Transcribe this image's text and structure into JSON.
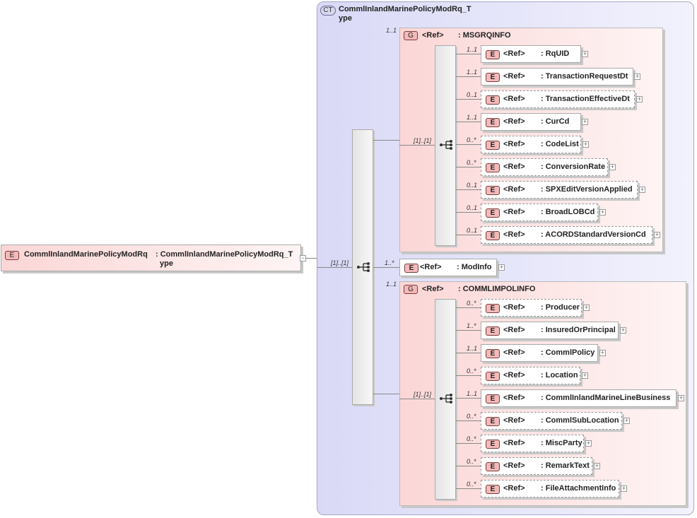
{
  "root": {
    "badge": "E",
    "name": "CommlInlandMarinePolicyModRq",
    "type_line1": ": CommlInlandMarinePolicyModRq_T",
    "type_line2": "ype"
  },
  "complex_type": {
    "badge": "CT",
    "name_line1": "CommlInlandMarinePolicyModRq_T",
    "name_line2": "ype"
  },
  "outer_sequence": {
    "cardinality": "[1]..[1]"
  },
  "groups": [
    {
      "badge": "G",
      "ref": "<Ref>",
      "name": ": MSGRQINFO",
      "occurs": "1..1",
      "seq_cardinality": "[1]..[1]",
      "elements": [
        {
          "occurs": "1..1",
          "ref": "<Ref>",
          "name": ": RqUID"
        },
        {
          "occurs": "1..1",
          "ref": "<Ref>",
          "name": ": TransactionRequestDt"
        },
        {
          "occurs": "0..1",
          "ref": "<Ref>",
          "name": ": TransactionEffectiveDt"
        },
        {
          "occurs": "1..1",
          "ref": "<Ref>",
          "name": ": CurCd"
        },
        {
          "occurs": "0..*",
          "ref": "<Ref>",
          "name": ": CodeList"
        },
        {
          "occurs": "0..*",
          "ref": "<Ref>",
          "name": ": ConversionRate"
        },
        {
          "occurs": "0..1",
          "ref": "<Ref>",
          "name": ": SPXEditVersionApplied"
        },
        {
          "occurs": "0..1",
          "ref": "<Ref>",
          "name": ": BroadLOBCd"
        },
        {
          "occurs": "0..1",
          "ref": "<Ref>",
          "name": ": ACORDStandardVersionCd"
        }
      ]
    },
    {
      "badge": "G",
      "ref": "<Ref>",
      "name": ": COMMLIMPOLINFO",
      "occurs": "1..1",
      "seq_cardinality": "[1]..[1]",
      "elements": [
        {
          "occurs": "0..*",
          "ref": "<Ref>",
          "name": ": Producer"
        },
        {
          "occurs": "1..*",
          "ref": "<Ref>",
          "name": ": InsuredOrPrincipal"
        },
        {
          "occurs": "1..1",
          "ref": "<Ref>",
          "name": ": CommlPolicy"
        },
        {
          "occurs": "0..*",
          "ref": "<Ref>",
          "name": ": Location"
        },
        {
          "occurs": "1..1",
          "ref": "<Ref>",
          "name": ": CommlInlandMarineLineBusiness"
        },
        {
          "occurs": "0..*",
          "ref": "<Ref>",
          "name": ": CommlSubLocation"
        },
        {
          "occurs": "0..*",
          "ref": "<Ref>",
          "name": ": MiscParty"
        },
        {
          "occurs": "0..*",
          "ref": "<Ref>",
          "name": ": RemarkText"
        },
        {
          "occurs": "0..*",
          "ref": "<Ref>",
          "name": ": FileAttachmentInfo"
        }
      ]
    }
  ],
  "modinfo": {
    "occurs": "1..*",
    "badge": "E",
    "ref": "<Ref>",
    "name": ": ModInfo"
  },
  "icons": {
    "expand": "plus-icon",
    "sequence": "sequence-icon",
    "collapse": "minus-icon"
  },
  "colors": {
    "element_badge": "#f4b9b9",
    "group_bg": "#fbd6d6",
    "complex_type_bg": "#d9d9f7"
  }
}
